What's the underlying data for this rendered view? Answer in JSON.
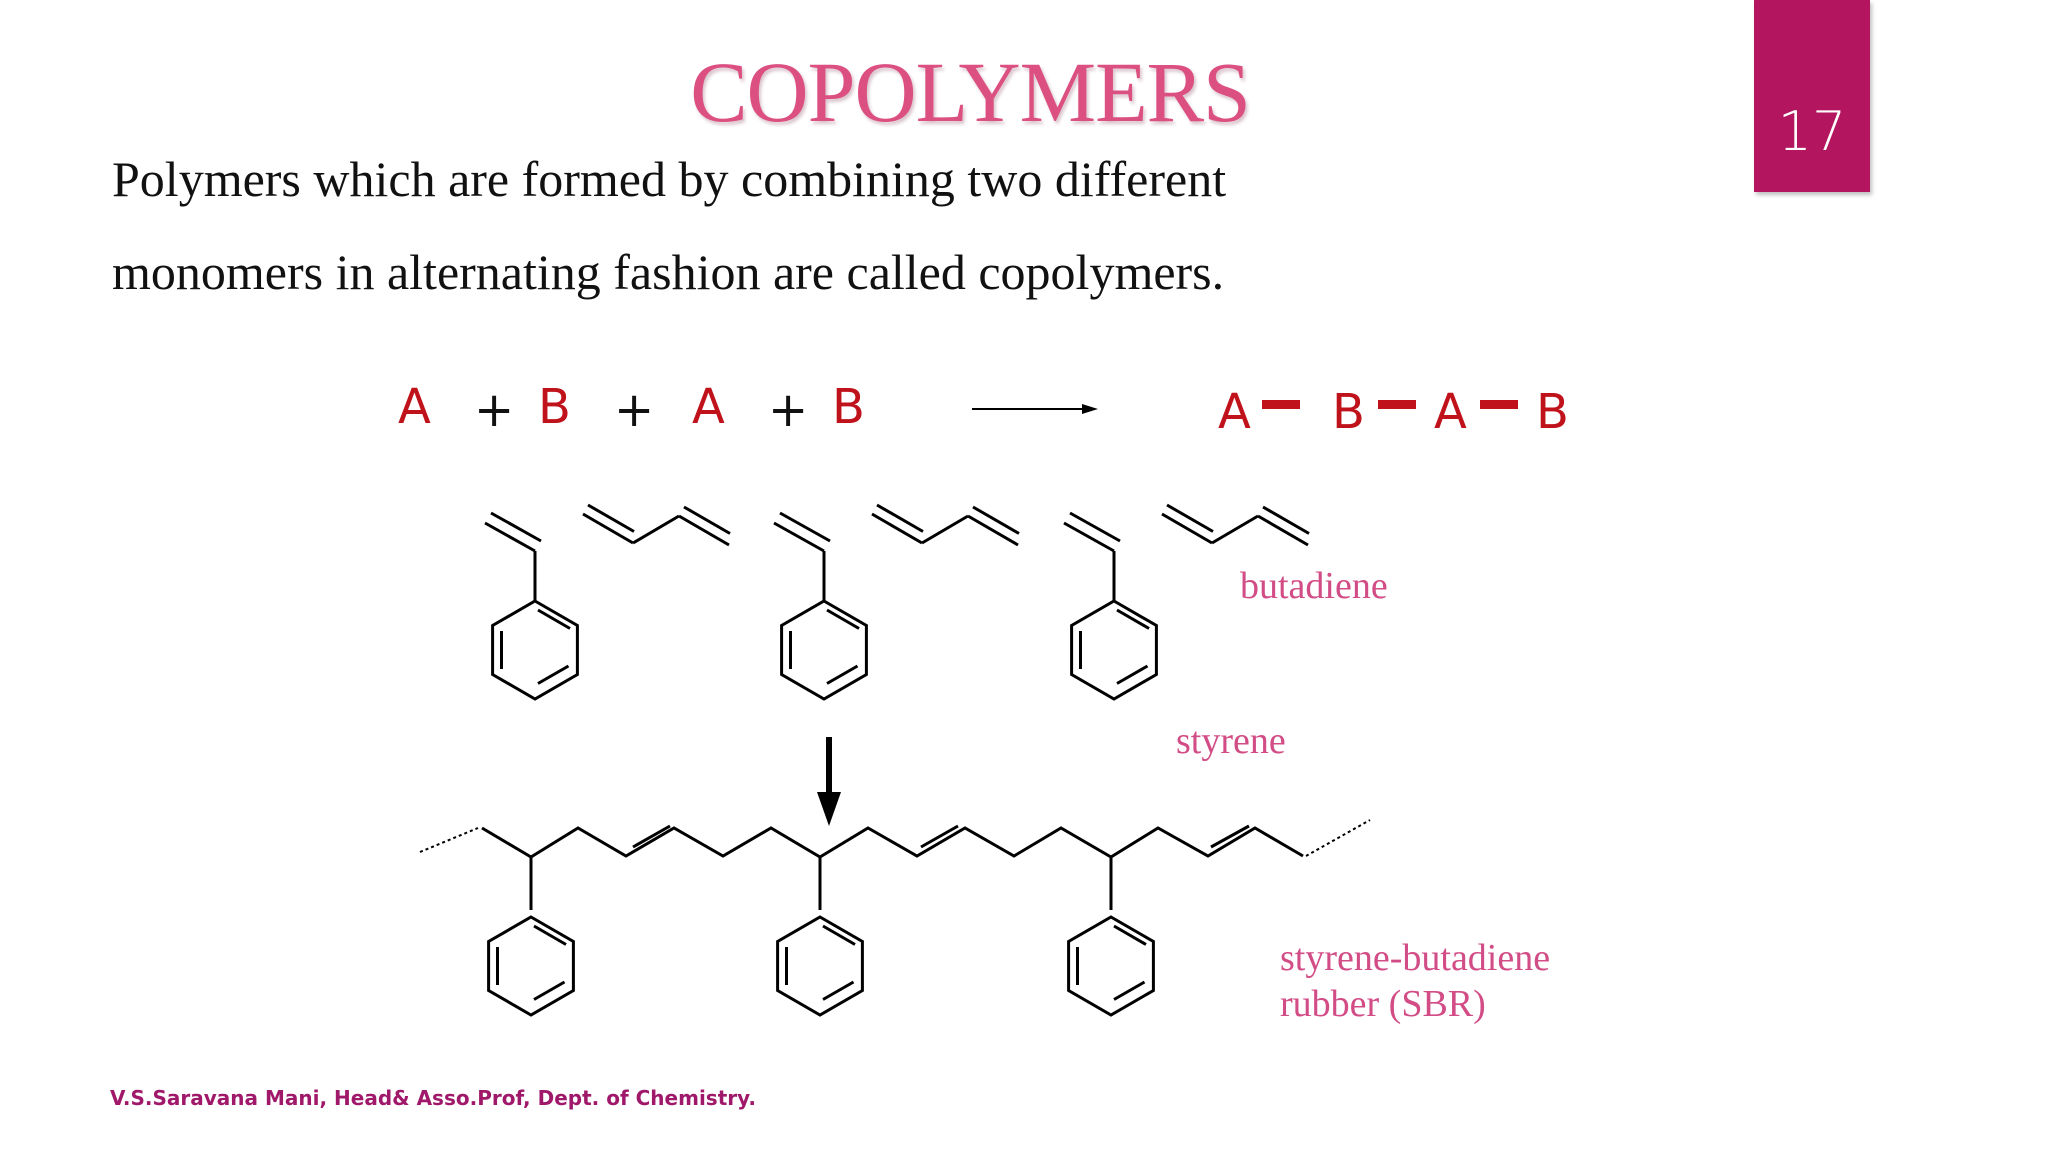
{
  "slide": {
    "title": "COPOLYMERS",
    "page_number": "17",
    "definition_line1": "Polymers which are formed by combining two different",
    "definition_line2": "monomers in alternating fashion are called copolymers.",
    "footer": "V.S.Saravana Mani, Head& Asso.Prof, Dept. of Chemistry."
  },
  "equation": {
    "reactants": [
      "A",
      "B",
      "A",
      "B"
    ],
    "plus": "+",
    "products": [
      "A",
      "B",
      "A",
      "B"
    ]
  },
  "labels": {
    "butadiene": "butadiene",
    "styrene": "styrene",
    "sbr_line1": "styrene-butadiene",
    "sbr_line2": "rubber (SBR)"
  },
  "colors": {
    "title": "#dc4f81",
    "badge": "#b3155f",
    "reaction_letters": "#c0121b",
    "labels": "#d24c86",
    "footer": "#a0186a"
  }
}
